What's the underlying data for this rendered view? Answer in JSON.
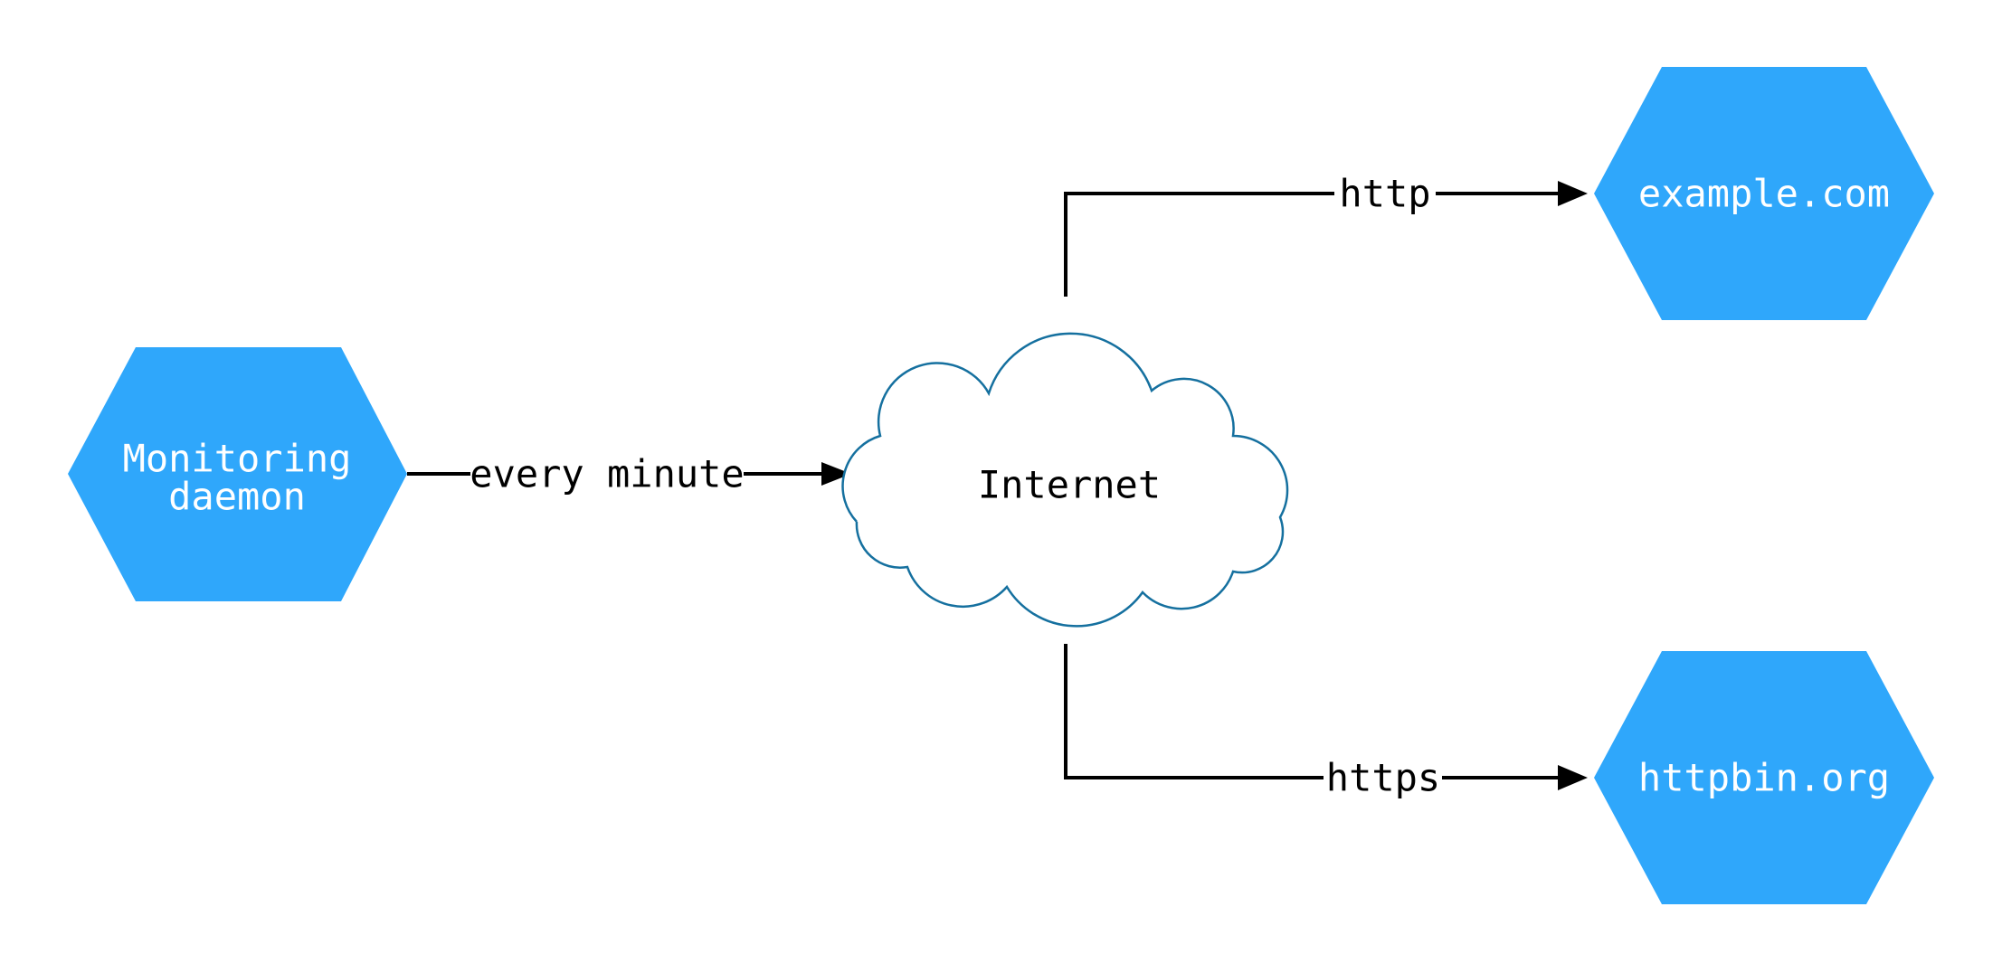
{
  "diagram": {
    "nodes": {
      "monitoring": {
        "lines": [
          "Monitoring",
          "daemon"
        ]
      },
      "internet": {
        "label": "Internet"
      },
      "example": {
        "label": "example.com"
      },
      "httpbin": {
        "label": "httpbin.org"
      }
    },
    "edges": {
      "every_minute": {
        "label": "every minute"
      },
      "http": {
        "label": "http"
      },
      "https": {
        "label": "https"
      }
    },
    "colors": {
      "node_fill": "#2fa7fb",
      "node_text": "#ffffff",
      "cloud_stroke": "#15709f",
      "cloud_fill": "#ffffff",
      "edge": "#000000",
      "edge_text": "#000000",
      "background": "#ffffff"
    }
  }
}
